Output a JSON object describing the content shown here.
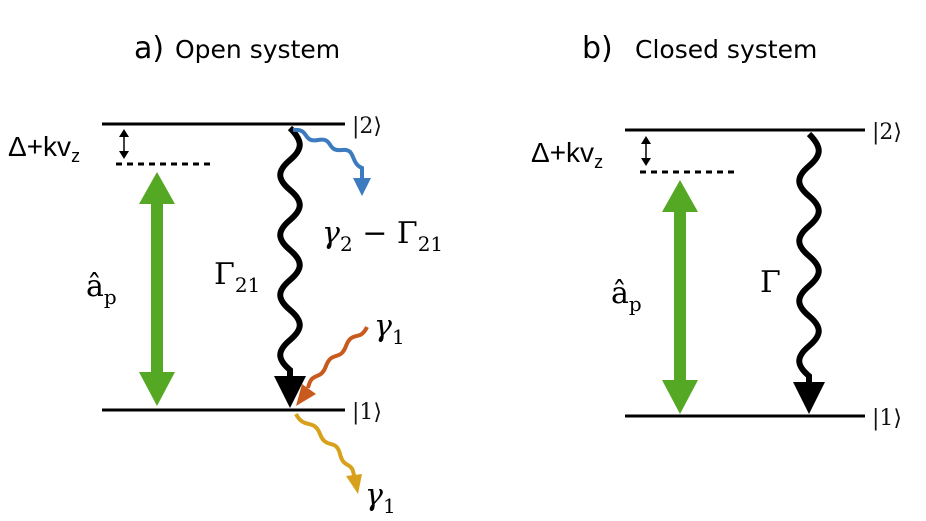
{
  "panel_a": {
    "label": "a)",
    "title": "Open system",
    "upper_ket": "|2⟩",
    "lower_ket": "|1⟩",
    "detuning_main": "Δ+kv",
    "detuning_sub": "z",
    "pump_op": "â",
    "pump_sub": "p",
    "decay_main": "Γ",
    "decay_sub": "21",
    "blue_rate": {
      "g": "γ",
      "g_sub": "2",
      "minus": " − Γ",
      "G_sub": "21"
    },
    "orange_rate": {
      "g": "γ",
      "g_sub": "1"
    },
    "yellow_rate": {
      "g": "γ",
      "g_sub": "1"
    }
  },
  "panel_b": {
    "label": "b)",
    "title": "Closed system",
    "upper_ket": "|2⟩",
    "lower_ket": "|1⟩",
    "detuning_main": "Δ+kv",
    "detuning_sub": "z",
    "pump_op": "â",
    "pump_sub": "p",
    "decay_main": "Γ"
  },
  "colors": {
    "pump": "#55a823",
    "decay": "#000000",
    "blue_wave": "#3c7bbf",
    "orange_wave": "#c85a1e",
    "yellow_wave": "#d7a11c"
  },
  "icons": {
    "pump": "double-headed-arrow",
    "decay": "wavy-arrow",
    "detuning": "small-double-arrow"
  }
}
